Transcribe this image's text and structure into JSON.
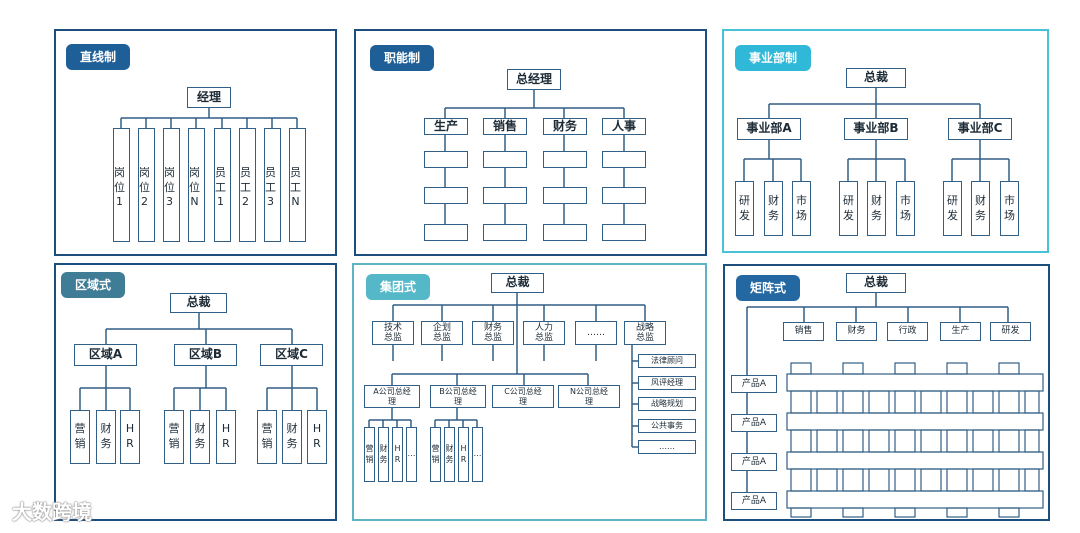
{
  "panels": {
    "line": {
      "title": "直线制",
      "root": "经理",
      "children": [
        "岗位1",
        "岗位2",
        "岗位3",
        "岗位N",
        "员工1",
        "员工2",
        "员工3",
        "员工N"
      ]
    },
    "functional": {
      "title": "职能制",
      "root": "总经理",
      "children": [
        "生产",
        "销售",
        "财务",
        "人事"
      ]
    },
    "division": {
      "title": "事业部制",
      "root": "总裁",
      "children": [
        {
          "label": "事业部A",
          "subs": [
            "研发",
            "财务",
            "市场"
          ]
        },
        {
          "label": "事业部B",
          "subs": [
            "研发",
            "财务",
            "市场"
          ]
        },
        {
          "label": "事业部C",
          "subs": [
            "研发",
            "财务",
            "市场"
          ]
        }
      ]
    },
    "regional": {
      "title": "区域式",
      "root": "总裁",
      "children": [
        {
          "label": "区域A",
          "subs": [
            "营销",
            "财务",
            "HR"
          ]
        },
        {
          "label": "区域B",
          "subs": [
            "营销",
            "财务",
            "HR"
          ]
        },
        {
          "label": "区域C",
          "subs": [
            "营销",
            "财务",
            "HR"
          ]
        }
      ]
    },
    "group": {
      "title": "集团式",
      "root": "总裁",
      "directors": [
        "技术总监",
        "企划总监",
        "财务总监",
        "人力总监",
        "……",
        "战略总监"
      ],
      "strategy_items": [
        "法律顾问",
        "风评经理",
        "战略规划",
        "公共事务",
        "……"
      ],
      "companies": [
        "A公司总经理",
        "B公司总经理",
        "C公司总经理",
        "N公司总经理"
      ],
      "company_subs": [
        "营销",
        "财务",
        "HR",
        "…"
      ]
    },
    "matrix": {
      "title": "矩阵式",
      "root": "总裁",
      "functions": [
        "销售",
        "财务",
        "行政",
        "生产",
        "研发"
      ],
      "products": [
        "产品A",
        "产品A",
        "产品A",
        "产品A"
      ]
    }
  },
  "watermark": "大数跨境"
}
